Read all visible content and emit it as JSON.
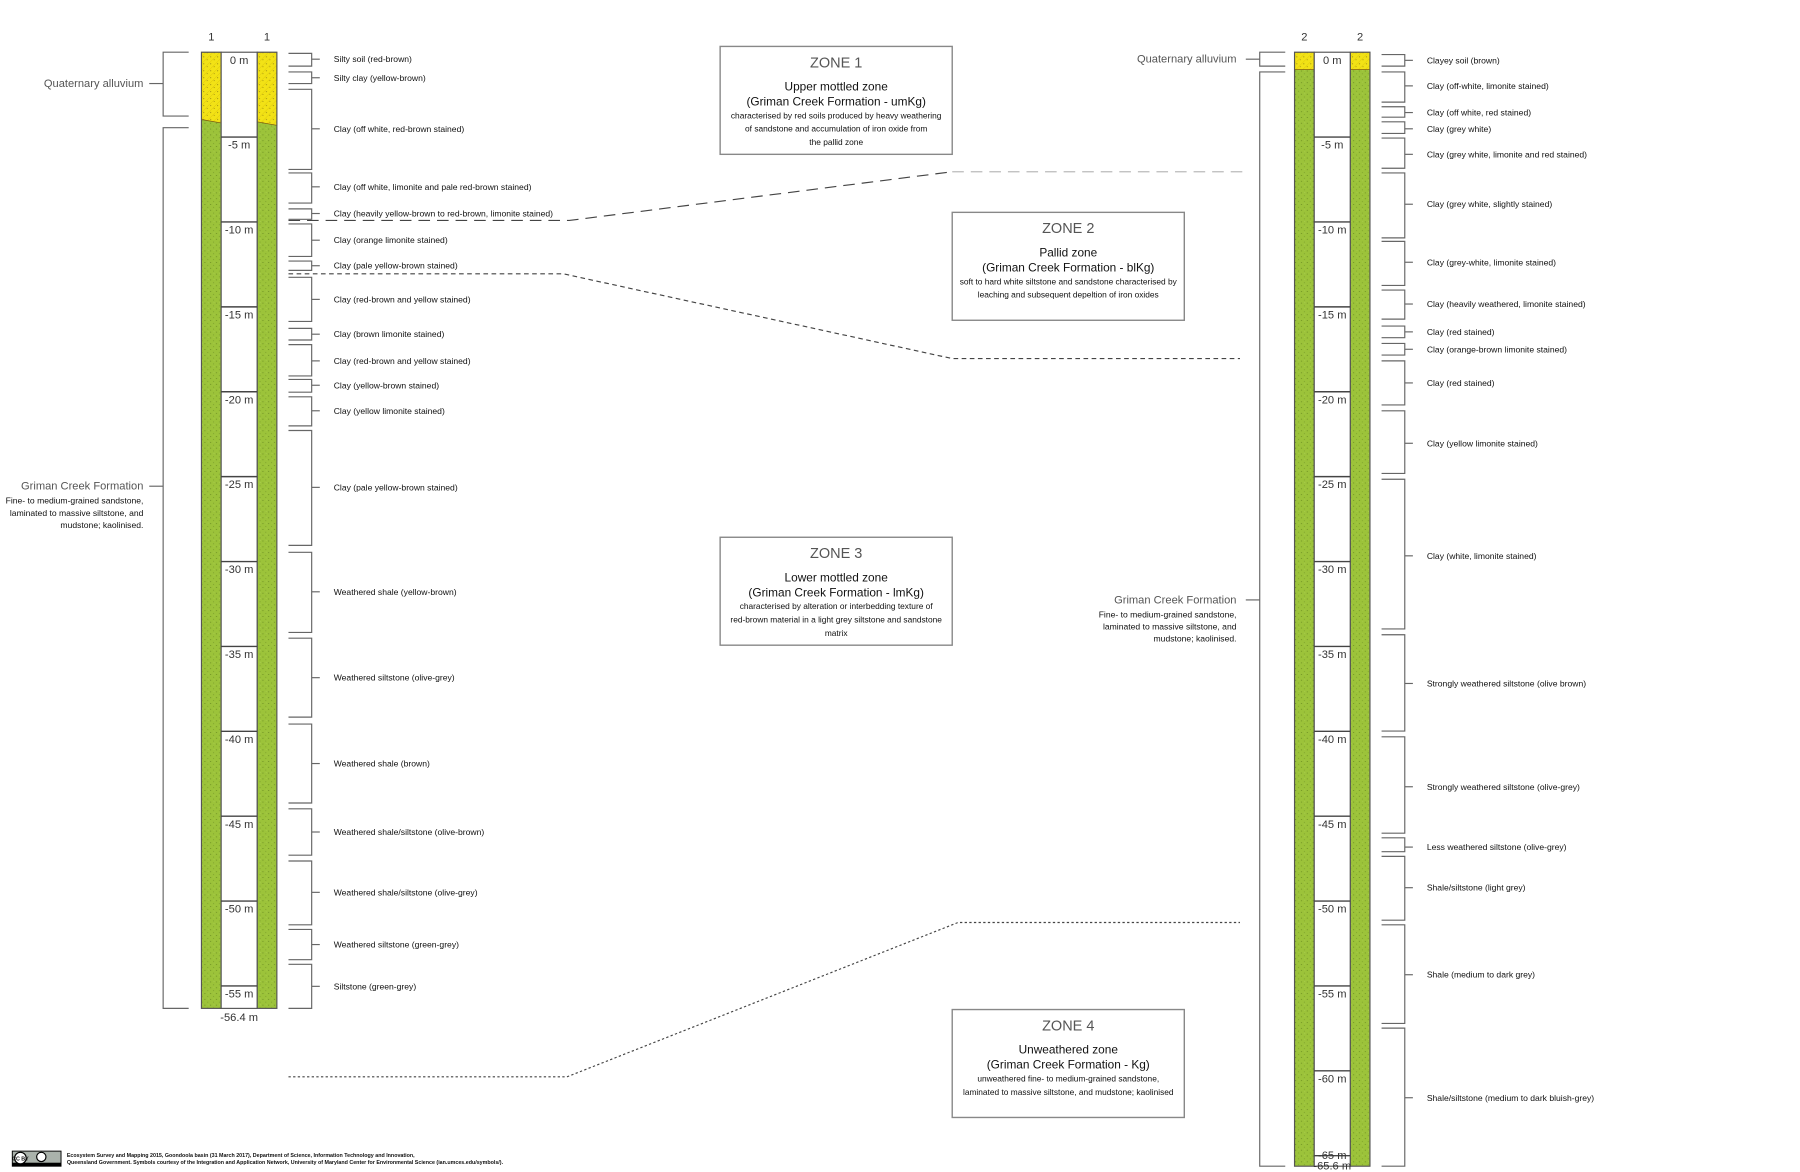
{
  "columns": [
    {
      "id": "1",
      "header": "1",
      "depth_labels": [
        "0 m",
        "-5 m",
        "-10 m",
        "-15 m",
        "-20 m",
        "-25 m",
        "-30 m",
        "-35 m",
        "-40 m",
        "-45 m",
        "-50 m",
        "-55 m"
      ],
      "total_depth": "-56.4 m",
      "formations": [
        {
          "name": "Quaternary alluvium",
          "desc": []
        },
        {
          "name": "Griman Creek Formation",
          "desc": [
            "Fine- to medium-grained sandstone,",
            "laminated to massive siltstone, and",
            "mudstone; kaolinised."
          ]
        }
      ],
      "layers": [
        "Silty soil (red-brown)",
        "Silty clay (yellow-brown)",
        "Clay (off white, red-brown stained)",
        "Clay (off white, limonite and pale red-brown stained)",
        "Clay (heavily yellow-brown to red-brown, limonite stained)",
        "Clay (orange limonite stained)",
        "Clay (pale yellow-brown stained)",
        "Clay (red-brown and yellow stained)",
        "Clay (brown limonite stained)",
        "Clay (red-brown and yellow stained)",
        "Clay (yellow-brown stained)",
        "Clay (yellow limonite stained)",
        "Clay (pale yellow-brown stained)",
        "Weathered shale (yellow-brown)",
        "Weathered siltstone (olive-grey)",
        "Weathered shale (brown)",
        "Weathered shale/siltstone (olive-brown)",
        "Weathered shale/siltstone (olive-grey)",
        "Weathered siltstone (green-grey)",
        "Siltstone (green-grey)"
      ]
    },
    {
      "id": "2",
      "header": "2",
      "depth_labels": [
        "0 m",
        "-5 m",
        "-10 m",
        "-15 m",
        "-20 m",
        "-25 m",
        "-30 m",
        "-35 m",
        "-40 m",
        "-45 m",
        "-50 m",
        "-55 m",
        "-60 m",
        "-65 m"
      ],
      "total_depth": "-65.6 m",
      "formations": [
        {
          "name": "Quaternary alluvium",
          "desc": []
        },
        {
          "name": "Griman Creek Formation",
          "desc": [
            "Fine- to medium-grained sandstone,",
            "laminated to massive siltstone, and",
            "mudstone; kaolinised."
          ]
        }
      ],
      "layers": [
        "Clayey soil (brown)",
        "Clay (off-white, limonite stained)",
        "Clay (off white, red stained)",
        "Clay (grey white)",
        "Clay (grey white, limonite and red stained)",
        "Clay (grey white, slightly stained)",
        "Clay (grey-white, limonite stained)",
        "Clay (heavily weathered, limonite stained)",
        "Clay (red stained)",
        "Clay (orange-brown limonite stained)",
        "Clay (red stained)",
        "Clay (yellow limonite stained)",
        "Clay (white, limonite stained)",
        "Strongly weathered siltstone (olive brown)",
        "Strongly weathered siltstone (olive-grey)",
        "Less weathered siltstone (olive-grey)",
        "Shale/siltstone (light grey)",
        "Shale (medium to dark grey)",
        "Shale/siltstone (medium to dark bluish-grey)"
      ]
    }
  ],
  "zones": [
    {
      "title": "ZONE 1",
      "name": "Upper mottled zone",
      "formation": "(Griman Creek Formation - umKg)",
      "desc": [
        "characterised by red soils produced by heavy weathering",
        "of sandstone and accumulation of iron oxide from",
        "the pallid zone"
      ]
    },
    {
      "title": "ZONE 2",
      "name": "Pallid zone",
      "formation": "(Griman Creek Formation - blKg)",
      "desc": [
        "soft to hard white siltstone and sandstone characterised by",
        "leaching and subsequent depeltion of iron oxides"
      ]
    },
    {
      "title": "ZONE 3",
      "name": "Lower mottled zone",
      "formation": "(Griman Creek Formation - lmKg)",
      "desc": [
        "characterised by alteration or interbedding texture of",
        "red-brown material in a light grey siltstone and sandstone",
        "matrix"
      ]
    },
    {
      "title": "ZONE 4",
      "name": "Unweathered zone",
      "formation": "(Griman Creek Formation - Kg)",
      "desc": [
        "unweathered fine- to medium-grained sandstone,",
        "laminated to massive siltstone, and mudstone; kaolinised"
      ]
    }
  ],
  "footer": {
    "license_badge": "CC BY",
    "lines": [
      "Ecosystem Survey and Mapping 2015, Goondoola basin (31 March 2017), Department of Science, Information Technology and Innovation,",
      "Queensland Government. Symbols courtesy of the Integration and Application Network, University of Maryland Center for Environmental Science (ian.umces.edu/symbols/)."
    ]
  },
  "colors": {
    "alluvium": "#f2e216",
    "griman": "#9cc33a",
    "outline": "#555555"
  }
}
